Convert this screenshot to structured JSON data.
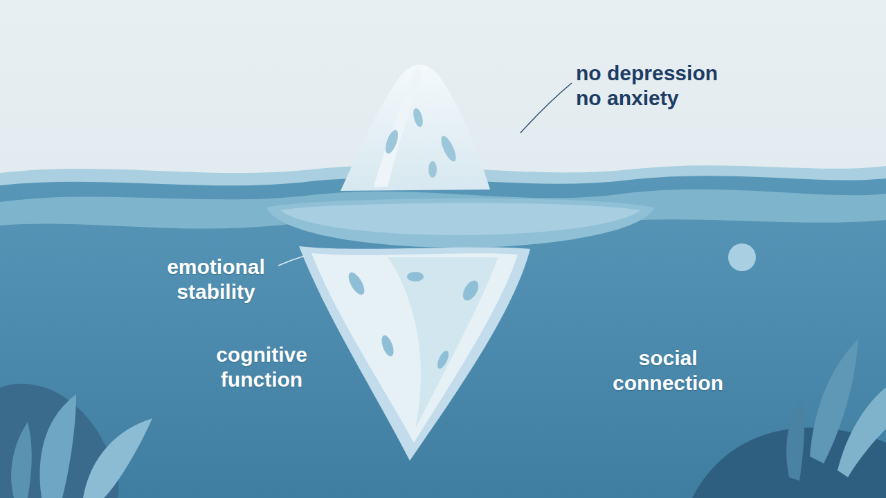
{
  "diagram": {
    "labels": [
      "no depression no anxiety",
      "emotional stability",
      "cognitive function",
      "social connection"
    ]
  }
}
